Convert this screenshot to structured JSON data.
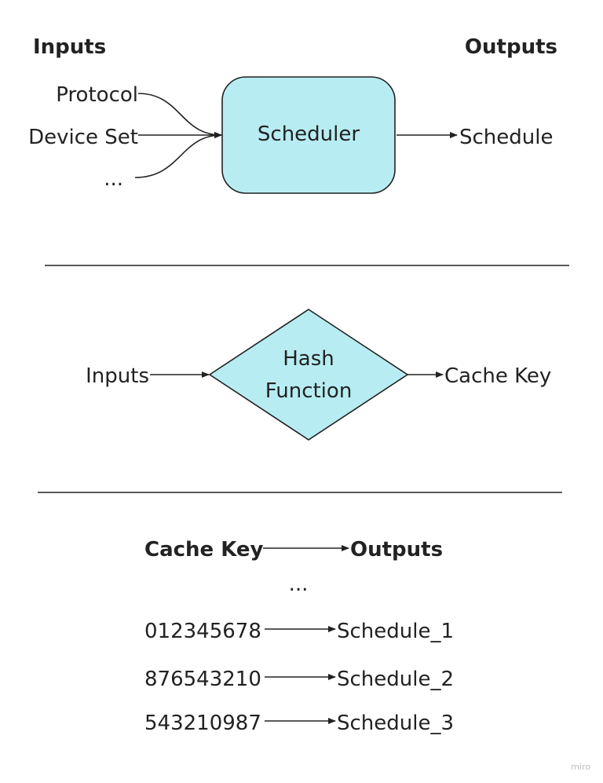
{
  "section1": {
    "inputs_header": "Inputs",
    "outputs_header": "Outputs",
    "input_protocol": "Protocol",
    "input_device_set": "Device Set",
    "input_more": "...",
    "scheduler_label": "Scheduler",
    "output_schedule": "Schedule"
  },
  "section2": {
    "input_label": "Inputs",
    "hash_line1": "Hash",
    "hash_line2": "Function",
    "output_label": "Cache Key"
  },
  "section3": {
    "header_key": "Cache Key",
    "header_value": "Outputs",
    "ellipsis": "...",
    "rows": [
      {
        "key": "012345678",
        "value": "Schedule_1"
      },
      {
        "key": "876543210",
        "value": "Schedule_2"
      },
      {
        "key": "543210987",
        "value": "Schedule_3"
      }
    ]
  },
  "watermark": "miro",
  "colors": {
    "scheduler_fill": "#b7edf2",
    "hash_fill": "#b7edf2",
    "stroke": "#222222"
  }
}
